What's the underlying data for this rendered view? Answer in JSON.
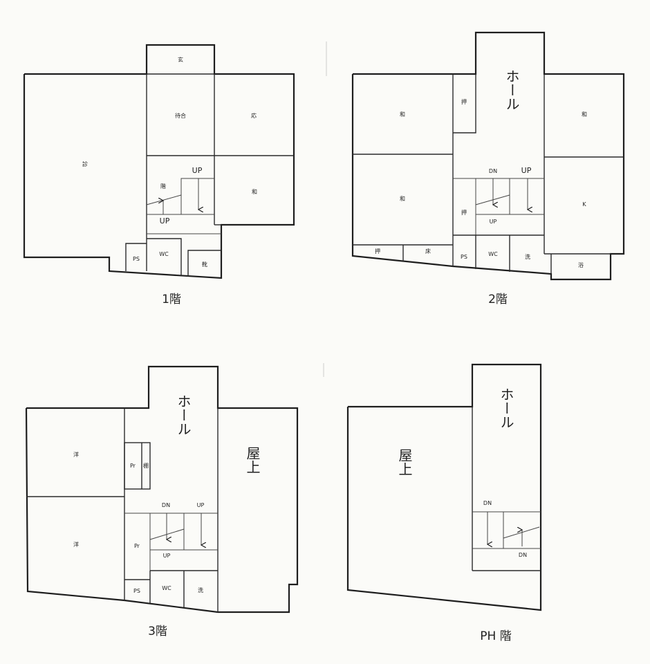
{
  "floors": {
    "f1": {
      "caption": "1階",
      "rooms": {
        "entrance": "玄",
        "waiting": "待合",
        "reception": "応",
        "main_hall": "診",
        "stair": "階",
        "washitsu": "和",
        "ps": "PS",
        "wc": "WC",
        "small": "靴"
      },
      "stairs": {
        "up": "UP",
        "up2": "UP"
      }
    },
    "f2": {
      "caption": "2階",
      "rooms": {
        "hall": "ホール",
        "oshi": "押",
        "wa_tl": "和",
        "wa_bl": "和",
        "wa_tr": "和",
        "kitchen": "K",
        "oshi_btm": "押",
        "toko": "床",
        "oshi_mid": "押",
        "ps": "PS",
        "wc": "WC",
        "senmen": "洗",
        "bath": "浴"
      },
      "stairs": {
        "dn": "DN",
        "up": "UP",
        "up_btm": "UP"
      }
    },
    "f3": {
      "caption": "3階",
      "rooms": {
        "hall": "ホール",
        "room_tl": "洋",
        "room_bl": "洋",
        "roof": "屋上",
        "closet_a": "Pr",
        "closet_b": "棚",
        "closet_mid": "Pr",
        "ps": "PS",
        "wc": "WC",
        "senmen": "洗"
      },
      "stairs": {
        "dn": "DN",
        "up": "UP",
        "up_btm": "UP"
      }
    },
    "ph": {
      "caption": "PH 階",
      "rooms": {
        "hall": "ホール",
        "roof": "屋上"
      },
      "stairs": {
        "dn": "DN",
        "dn_btm": "DN"
      }
    }
  }
}
